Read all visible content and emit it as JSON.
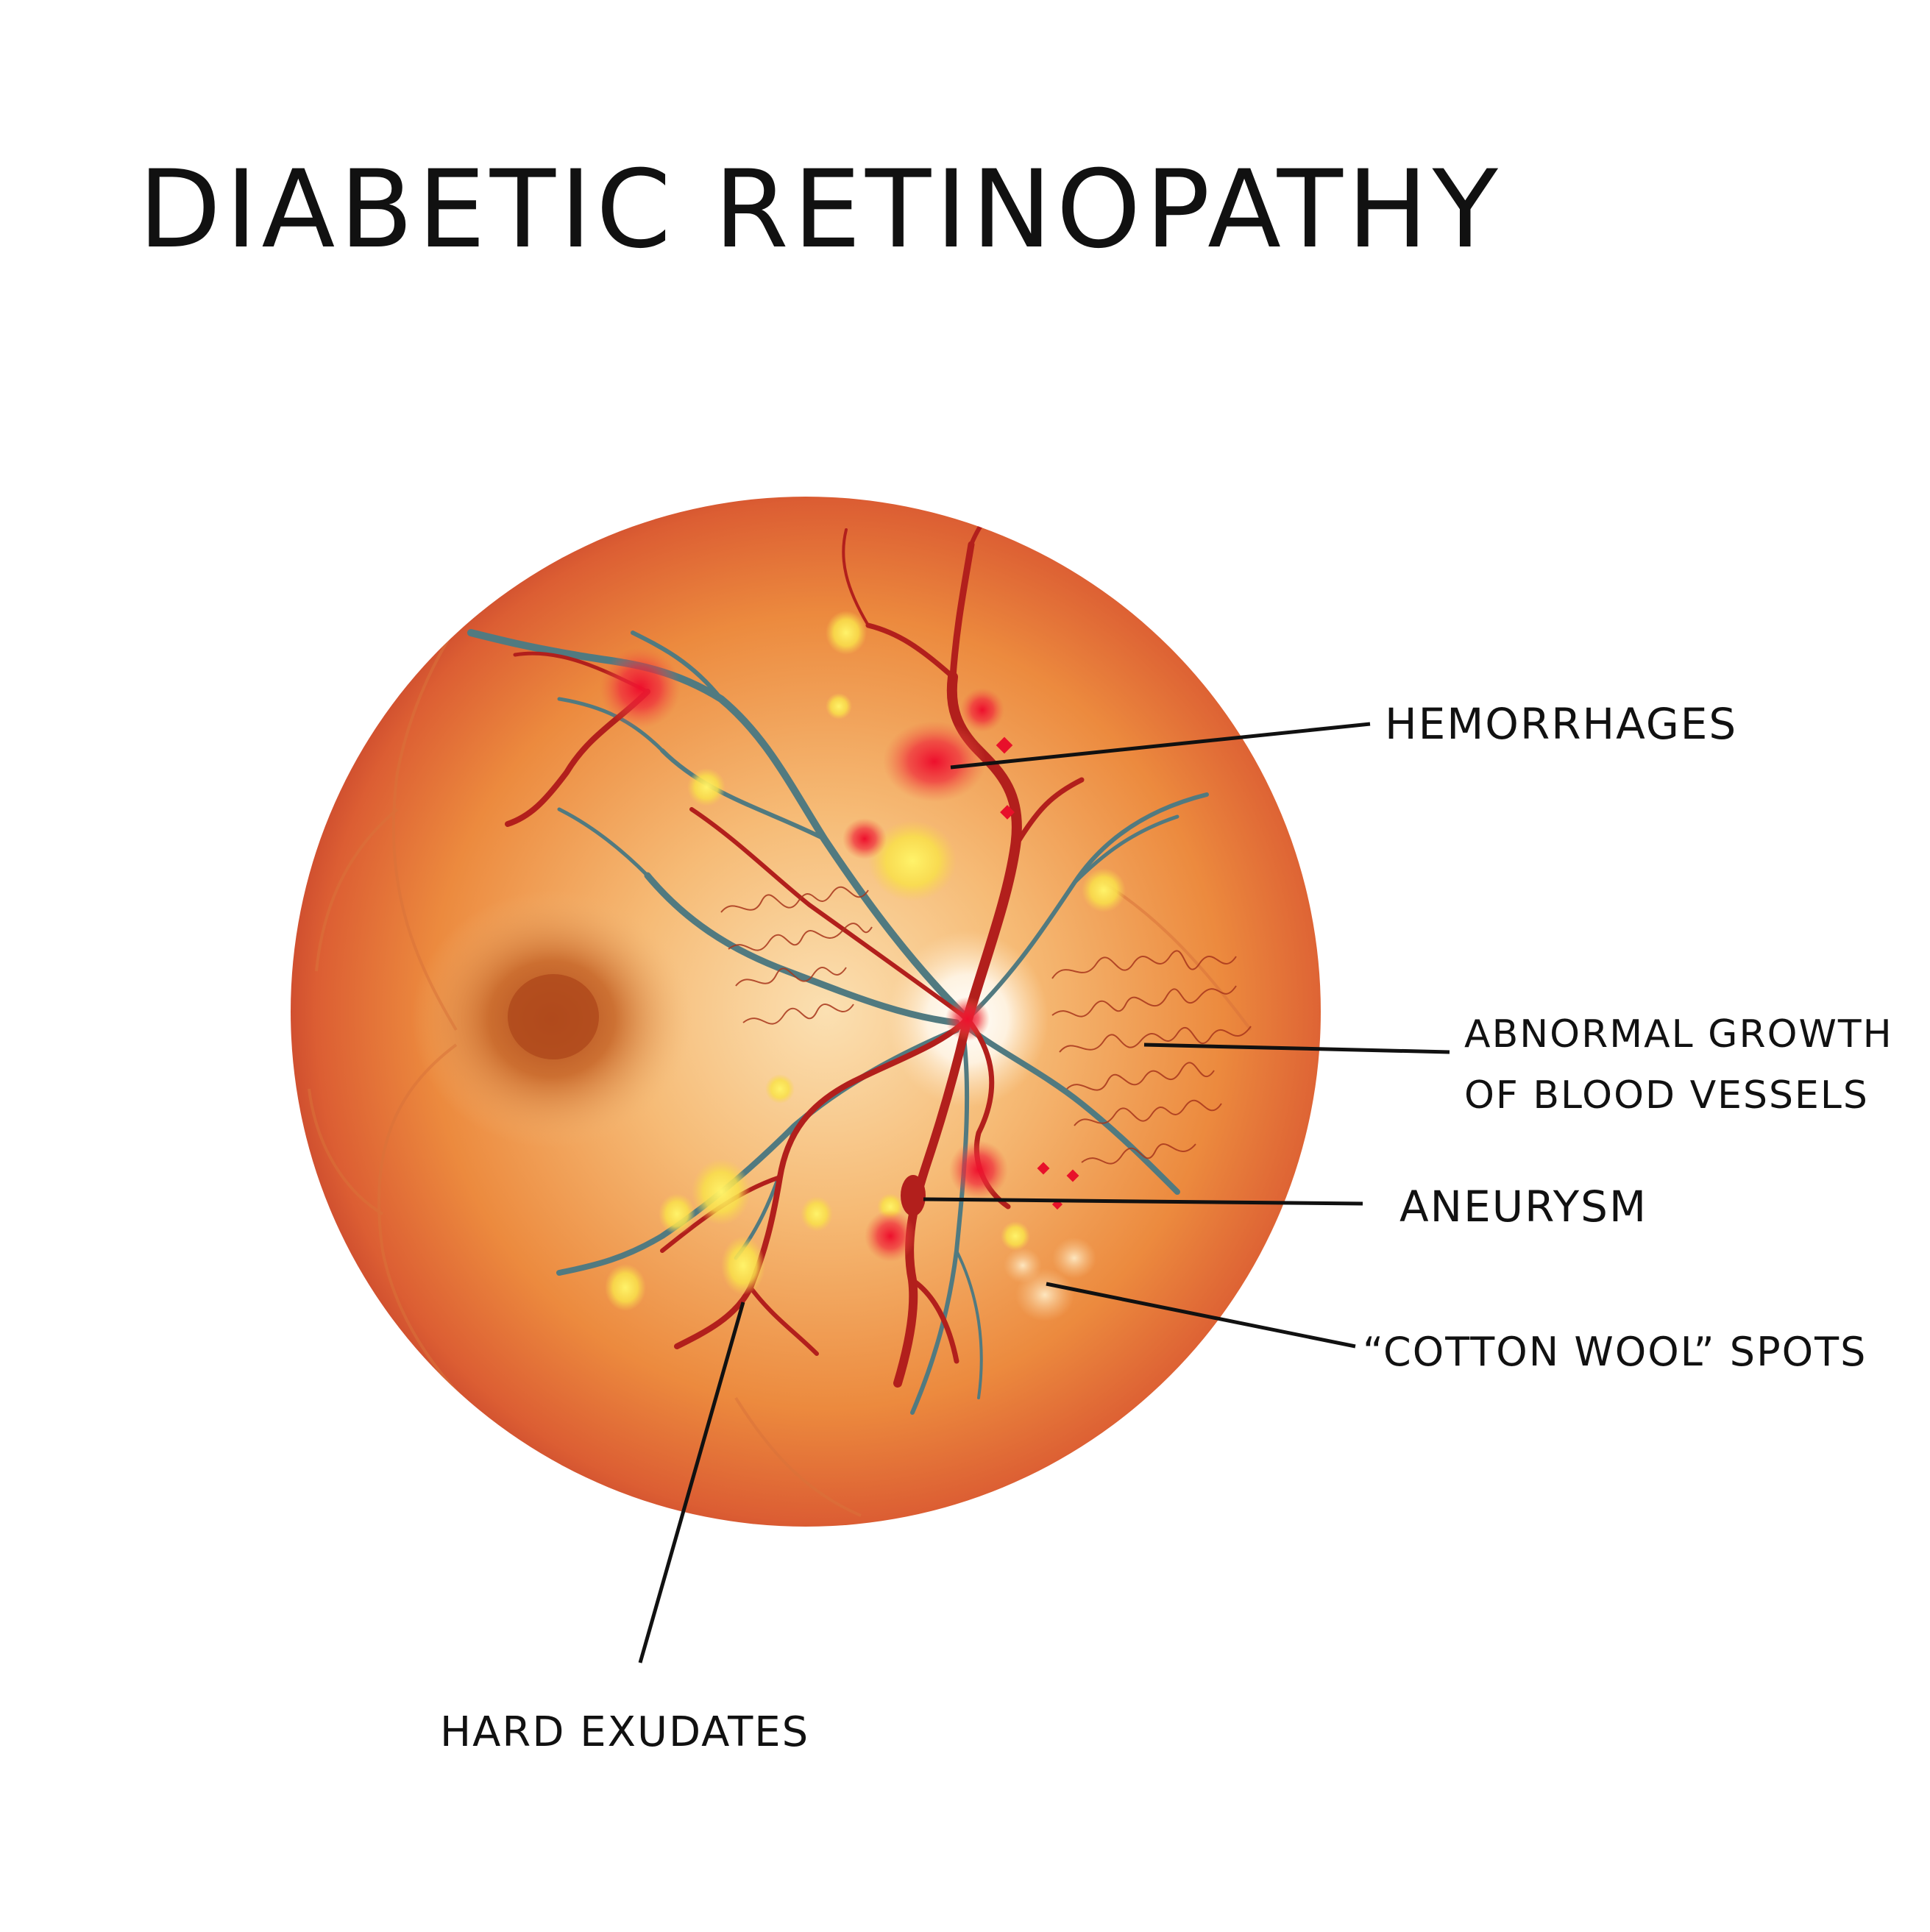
{
  "title": "DIABETIC RETINOPATHY",
  "labels": {
    "hemorrhages": "HEMORRHAGES",
    "abnormal_growth_line1": "ABNORMAL GROWTH",
    "abnormal_growth_line2": "OF BLOOD VESSELS",
    "aneurysm": "ANEURYSM",
    "cotton_wool": "“COTTON WOOL” SPOTS",
    "hard_exudates": "HARD EXUDATES"
  },
  "colors": {
    "retina_outer": "#c8402a",
    "retina_mid": "#ec8a3a",
    "retina_inner": "#f9d7a0",
    "artery": "#b3201c",
    "vein": "#4f7a80",
    "exudate": "#f8e24a",
    "hemorrhage": "#e8102a",
    "macula": "#b8501e"
  }
}
